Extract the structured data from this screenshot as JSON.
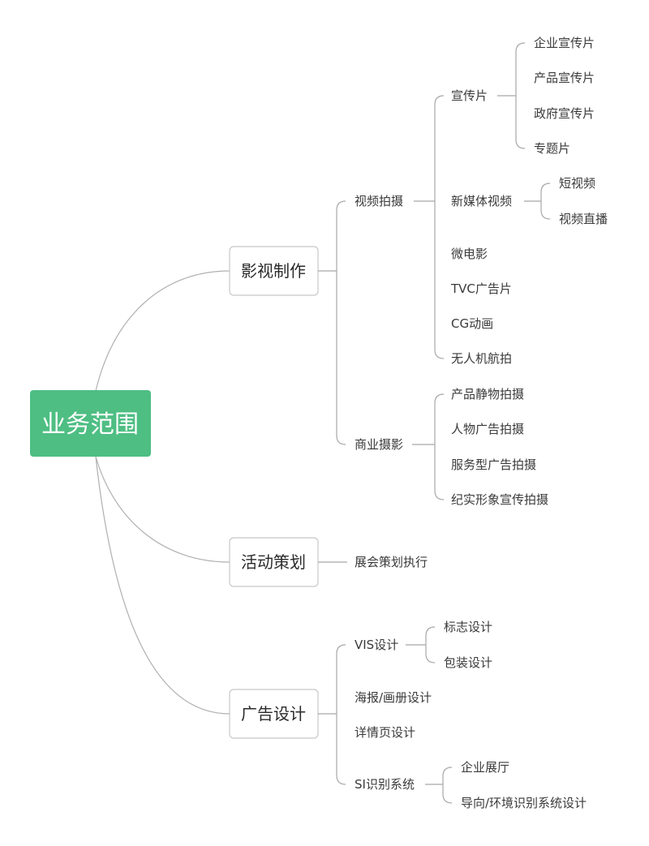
{
  "root": {
    "label": "业务范围",
    "color": "#4ebe83"
  },
  "branches": {
    "film": {
      "label": "影视制作",
      "video_shoot": {
        "label": "视频拍摄",
        "promo": {
          "label": "宣传片",
          "items": [
            "企业宣传片",
            "产品宣传片",
            "政府宣传片",
            "专题片"
          ]
        },
        "new_media": {
          "label": "新媒体视频",
          "items": [
            "短视频",
            "视频直播"
          ]
        },
        "others": [
          "微电影",
          "TVC广告片",
          "CG动画",
          "无人机航拍"
        ]
      },
      "commercial_photo": {
        "label": "商业摄影",
        "items": [
          "产品静物拍摄",
          "人物广告拍摄",
          "服务型广告拍摄",
          "纪实形象宣传拍摄"
        ]
      }
    },
    "event": {
      "label": "活动策划",
      "items": [
        "展会策划执行"
      ]
    },
    "ad": {
      "label": "广告设计",
      "vis": {
        "label": "VIS设计",
        "items": [
          "标志设计",
          "包装设计"
        ]
      },
      "poster": "海报/画册设计",
      "detail": "详情页设计",
      "si": {
        "label": "SI识别系统",
        "items": [
          "企业展厅",
          "导向/环境识别系统设计"
        ]
      }
    }
  }
}
